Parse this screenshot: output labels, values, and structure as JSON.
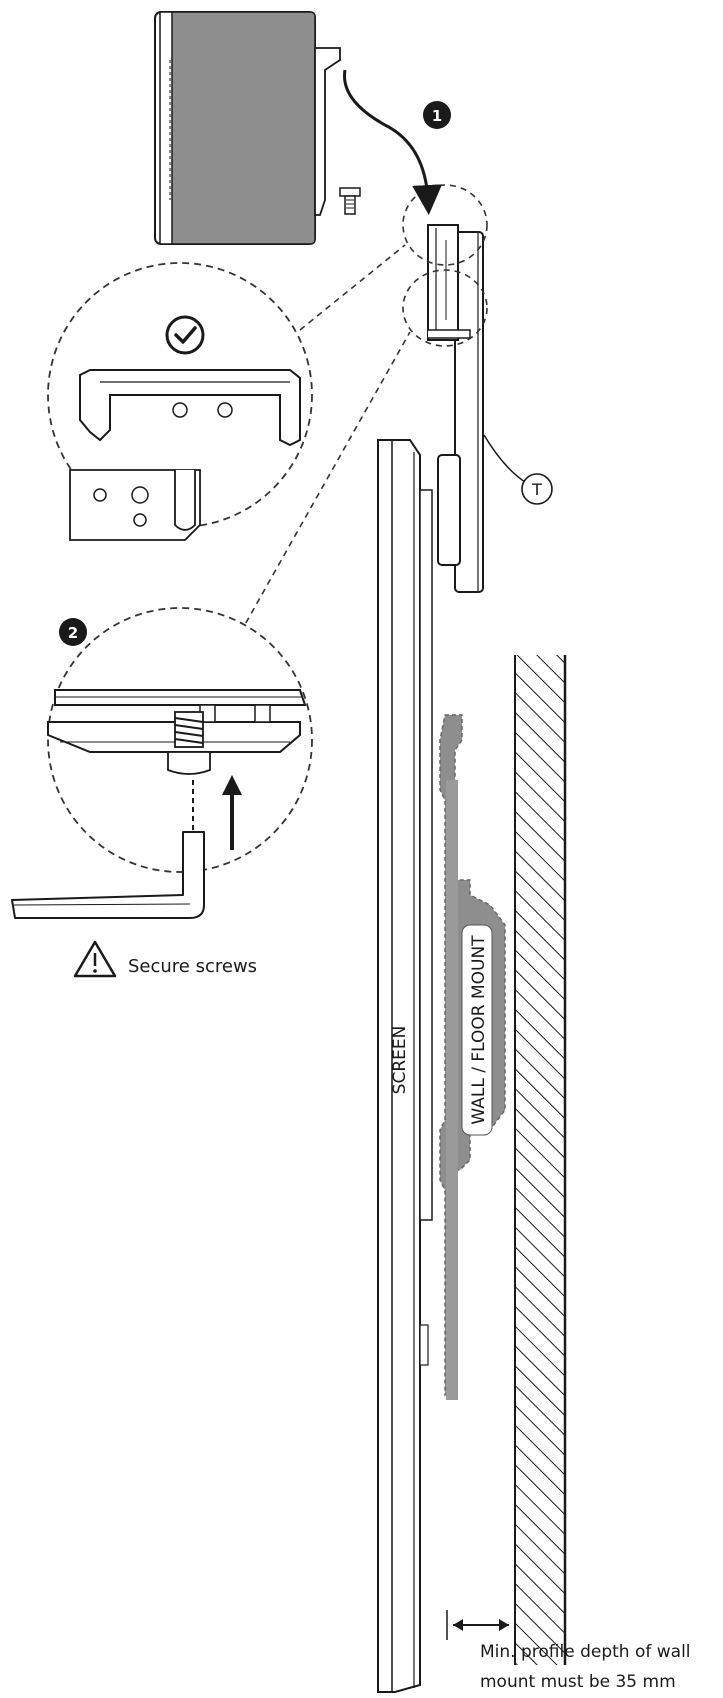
{
  "steps": {
    "step1": "1",
    "step2": "2"
  },
  "labels": {
    "screen": "SCREEN",
    "mount": "WALL / FLOOR MOUNT",
    "part_t": "T",
    "secure": "Secure screws",
    "note_line1": "Min. profile depth of wall",
    "note_line2": "mount must be 35 mm"
  },
  "icons": {
    "checkmark": "check-circle-icon",
    "warning": "warning-triangle-icon"
  },
  "colors": {
    "ink": "#1a1a1a",
    "gray_fill": "#8e8e8e",
    "light_gray": "#cfcfcf",
    "white": "#ffffff"
  }
}
